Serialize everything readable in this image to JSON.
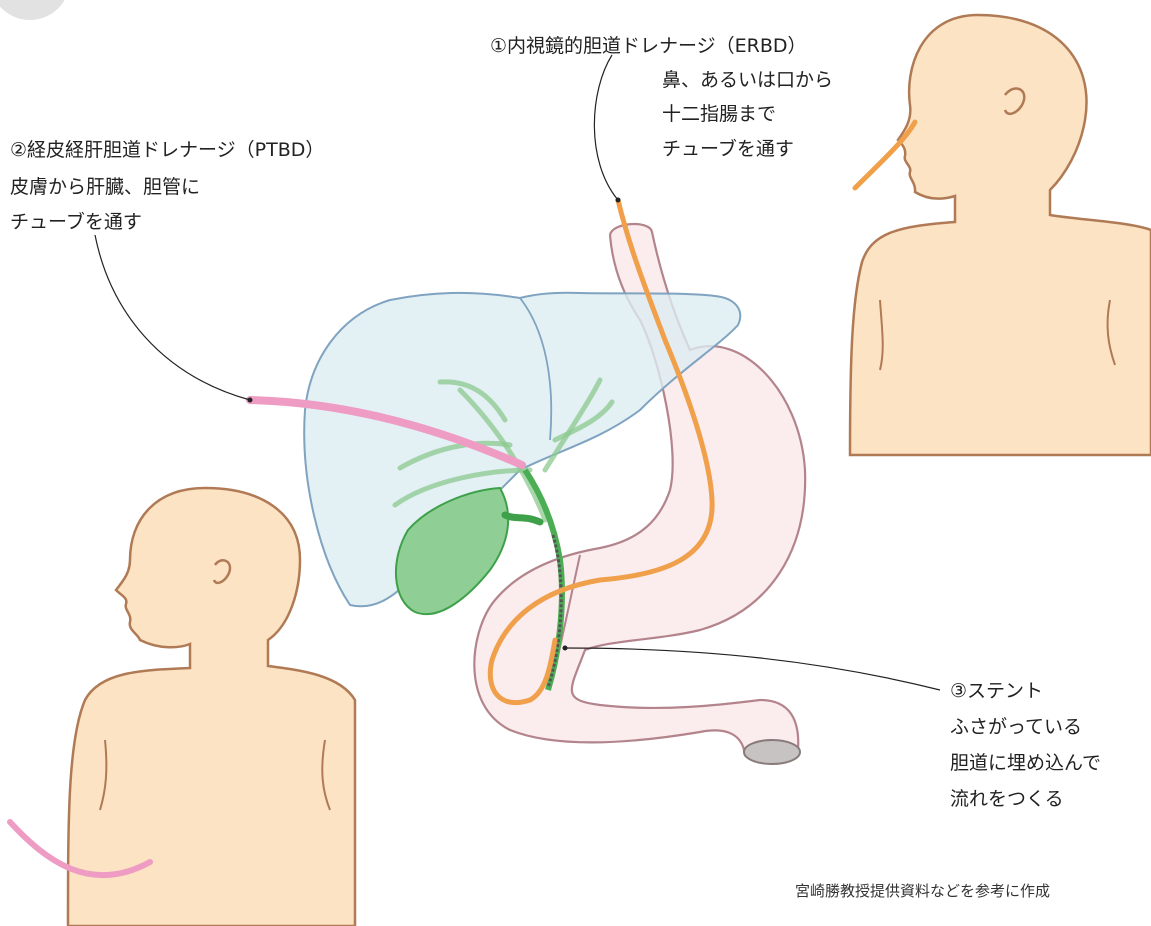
{
  "labels": {
    "erbd": {
      "title": "①内視鏡的胆道ドレナージ（ERBD）",
      "desc": [
        "鼻、あるいは口から",
        "十二指腸まで",
        "チューブを通す"
      ]
    },
    "ptbd": {
      "title": "②経皮経肝胆道ドレナージ（PTBD）",
      "desc": [
        "皮膚から肝臓、胆管に",
        "チューブを通す"
      ]
    },
    "stent": {
      "title": "③ステント",
      "desc": [
        "ふさがっている",
        "胆道に埋め込んで",
        "流れをつくる"
      ]
    }
  },
  "credit": "宮崎勝教授提供資料などを参考に作成",
  "colors": {
    "skin": "#fce3c4",
    "skin_outline": "#b07a55",
    "liver": "#dcecf1",
    "liver_outline": "#7fa3c0",
    "stomach": "#fbecee",
    "stomach_outline": "#b3848c",
    "gallbladder": "#8fcf95",
    "gallbladder_outline": "#3fa04a",
    "bile_duct": "#b5deb4",
    "tube_orange": "#f0a04a",
    "tube_pink": "#ee9cc3",
    "stent": "#555555"
  }
}
